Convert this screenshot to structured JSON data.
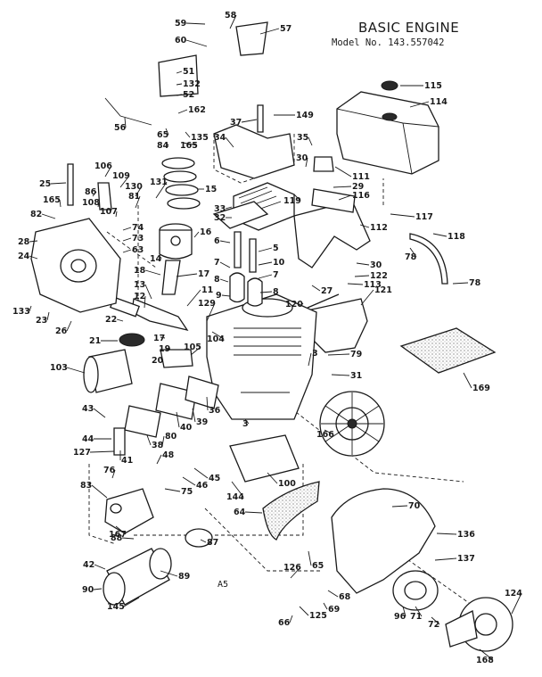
{
  "header": {
    "title": "BASIC ENGINE",
    "model": "Model No. 143.557042",
    "figure_code": "A5"
  },
  "callouts": [
    {
      "text": "59"
    },
    {
      "text": "58"
    },
    {
      "text": "57"
    },
    {
      "text": "60"
    },
    {
      "text": "51"
    },
    {
      "text": "132"
    },
    {
      "text": "52"
    },
    {
      "text": "162"
    },
    {
      "text": "56"
    },
    {
      "text": "65"
    },
    {
      "text": "135"
    },
    {
      "text": "84"
    },
    {
      "text": "165"
    },
    {
      "text": "34"
    },
    {
      "text": "37"
    },
    {
      "text": "149"
    },
    {
      "text": "115"
    },
    {
      "text": "114"
    },
    {
      "text": "35"
    },
    {
      "text": "30"
    },
    {
      "text": "111"
    },
    {
      "text": "29"
    },
    {
      "text": "116"
    },
    {
      "text": "119"
    },
    {
      "text": "117"
    },
    {
      "text": "118"
    },
    {
      "text": "78"
    },
    {
      "text": "112"
    },
    {
      "text": "30"
    },
    {
      "text": "122"
    },
    {
      "text": "78"
    },
    {
      "text": "113"
    },
    {
      "text": "27"
    },
    {
      "text": "121"
    },
    {
      "text": "25"
    },
    {
      "text": "106"
    },
    {
      "text": "109"
    },
    {
      "text": "86"
    },
    {
      "text": "165"
    },
    {
      "text": "108"
    },
    {
      "text": "130"
    },
    {
      "text": "131"
    },
    {
      "text": "81"
    },
    {
      "text": "15"
    },
    {
      "text": "82"
    },
    {
      "text": "107"
    },
    {
      "text": "74"
    },
    {
      "text": "73"
    },
    {
      "text": "63"
    },
    {
      "text": "16"
    },
    {
      "text": "28"
    },
    {
      "text": "24"
    },
    {
      "text": "14"
    },
    {
      "text": "33"
    },
    {
      "text": "32"
    },
    {
      "text": "6"
    },
    {
      "text": "5"
    },
    {
      "text": "10"
    },
    {
      "text": "7"
    },
    {
      "text": "7"
    },
    {
      "text": "8"
    },
    {
      "text": "8"
    },
    {
      "text": "9"
    },
    {
      "text": "18"
    },
    {
      "text": "17"
    },
    {
      "text": "13"
    },
    {
      "text": "12"
    },
    {
      "text": "11"
    },
    {
      "text": "120"
    },
    {
      "text": "133"
    },
    {
      "text": "23"
    },
    {
      "text": "26"
    },
    {
      "text": "22"
    },
    {
      "text": "129"
    },
    {
      "text": "21"
    },
    {
      "text": "17"
    },
    {
      "text": "19"
    },
    {
      "text": "105"
    },
    {
      "text": "104"
    },
    {
      "text": "20"
    },
    {
      "text": "79"
    },
    {
      "text": "103"
    },
    {
      "text": "3"
    },
    {
      "text": "31"
    },
    {
      "text": "169"
    },
    {
      "text": "40"
    },
    {
      "text": "39"
    },
    {
      "text": "36"
    },
    {
      "text": "43"
    },
    {
      "text": "80"
    },
    {
      "text": "38"
    },
    {
      "text": "44"
    },
    {
      "text": "127"
    },
    {
      "text": "41"
    },
    {
      "text": "3"
    },
    {
      "text": "166"
    },
    {
      "text": "76"
    },
    {
      "text": "48"
    },
    {
      "text": "45"
    },
    {
      "text": "46"
    },
    {
      "text": "83"
    },
    {
      "text": "75"
    },
    {
      "text": "144"
    },
    {
      "text": "100"
    },
    {
      "text": "167"
    },
    {
      "text": "64"
    },
    {
      "text": "70"
    },
    {
      "text": "88"
    },
    {
      "text": "87"
    },
    {
      "text": "136"
    },
    {
      "text": "65"
    },
    {
      "text": "42"
    },
    {
      "text": "89"
    },
    {
      "text": "137"
    },
    {
      "text": "126"
    },
    {
      "text": "90"
    },
    {
      "text": "68"
    },
    {
      "text": "124"
    },
    {
      "text": "69"
    },
    {
      "text": "125"
    },
    {
      "text": "145"
    },
    {
      "text": "96"
    },
    {
      "text": "71"
    },
    {
      "text": "72"
    },
    {
      "text": "66"
    },
    {
      "text": "168"
    }
  ]
}
